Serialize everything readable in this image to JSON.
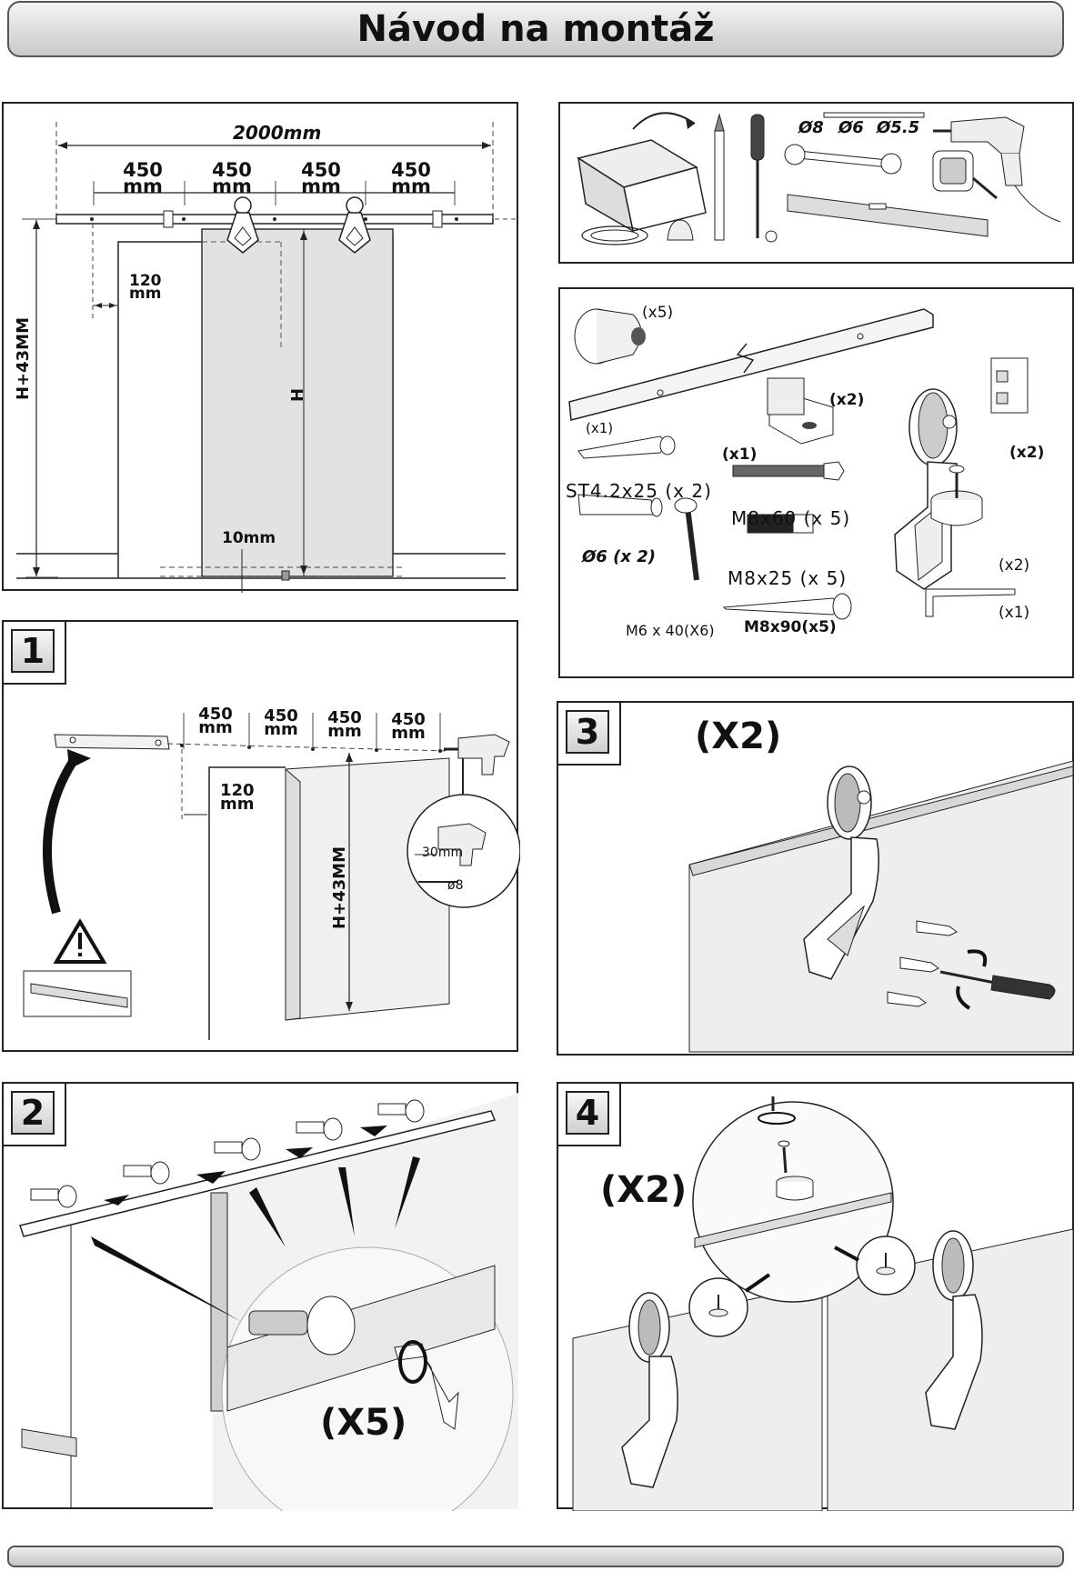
{
  "title": "Návod na montáž",
  "overview": {
    "total": "2000mm",
    "spacing": [
      "450",
      "450",
      "450",
      "450"
    ],
    "unit": "mm",
    "offset_value": "120",
    "offset_unit": "mm",
    "height_rail": "H+43MM",
    "height_door": "H",
    "floor_gap": "10mm"
  },
  "tools": {
    "drill_bits": [
      "Ø8",
      "Ø6",
      "Ø5.5"
    ]
  },
  "parts": [
    {
      "id": "cap",
      "qty": "(x5)"
    },
    {
      "id": "rail",
      "qty": "(x1)"
    },
    {
      "id": "guide",
      "qty": "(x1)"
    },
    {
      "id": "hanger",
      "qty": "(x2)"
    },
    {
      "id": "stop",
      "qty": "(x2)"
    },
    {
      "id": "screw_st",
      "name": "ST4.2x25 (x 2)"
    },
    {
      "id": "bolt_m8x60",
      "name": "M8x60 (x 5)"
    },
    {
      "id": "dowel",
      "name": "Ø6 (x 2)"
    },
    {
      "id": "spacer_m8x25",
      "name": "M8x25 (x 5)"
    },
    {
      "id": "bumper",
      "qty": "(x2)"
    },
    {
      "id": "screw_m6",
      "name": "M6 x 40(X6)"
    },
    {
      "id": "lag_m8x90",
      "name": "M8x90(x5)"
    },
    {
      "id": "hexkey",
      "qty": "(x1)"
    }
  ],
  "steps": [
    {
      "number": "1",
      "spacing": [
        "450",
        "450",
        "450",
        "450"
      ],
      "unit": "mm",
      "offset_value": "120",
      "offset_unit": "mm",
      "height": "H+43MM",
      "drill_depth": "30mm",
      "drill_dia": "ø8"
    },
    {
      "number": "2",
      "multiplier": "(X5)"
    },
    {
      "number": "3",
      "multiplier": "(X2)"
    },
    {
      "number": "4",
      "multiplier": "(X2)"
    }
  ]
}
